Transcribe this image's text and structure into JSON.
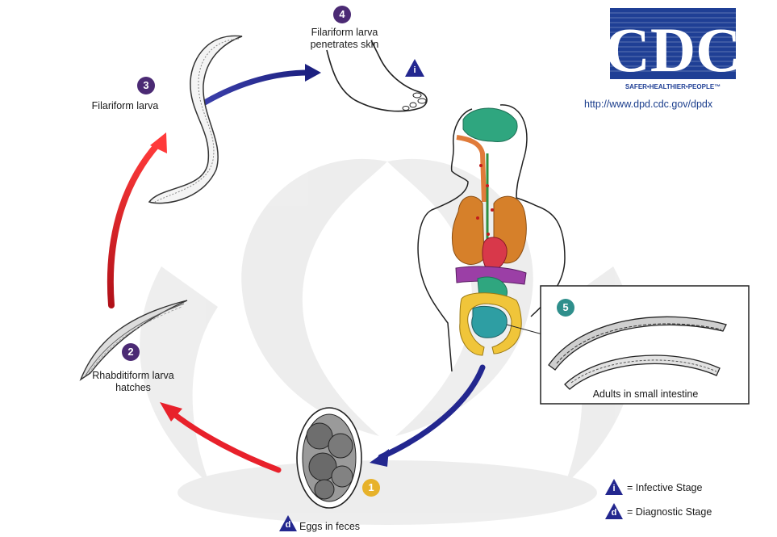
{
  "logo": {
    "text": "CDC",
    "tagline": "SAFER•HEALTHIER•PEOPLE™",
    "url": "http://www.dpd.cdc.gov/dpdx"
  },
  "stages": [
    {
      "number": "1",
      "label": "Eggs in feces",
      "marker": "d"
    },
    {
      "number": "2",
      "label_line1": "Rhabditiform larva",
      "label_line2": "hatches"
    },
    {
      "number": "3",
      "label": "Filariform larva"
    },
    {
      "number": "4",
      "label_line1": "Filariform larva",
      "label_line2": "penetrates skin",
      "marker": "i"
    },
    {
      "number": "5",
      "label": "Adults in small intestine"
    }
  ],
  "legend": {
    "infective": {
      "symbol": "i",
      "text": "= Infective Stage"
    },
    "diagnostic": {
      "symbol": "d",
      "text": "= Diagnostic Stage"
    }
  },
  "colors": {
    "red_arrow": "#e8212b",
    "blue_arrow": "#23278f",
    "purple_badge": "#4b2a74",
    "teal_badge": "#2f8f8c",
    "gold_badge": "#e7b22a",
    "cdc_blue": "#1f3f95"
  }
}
